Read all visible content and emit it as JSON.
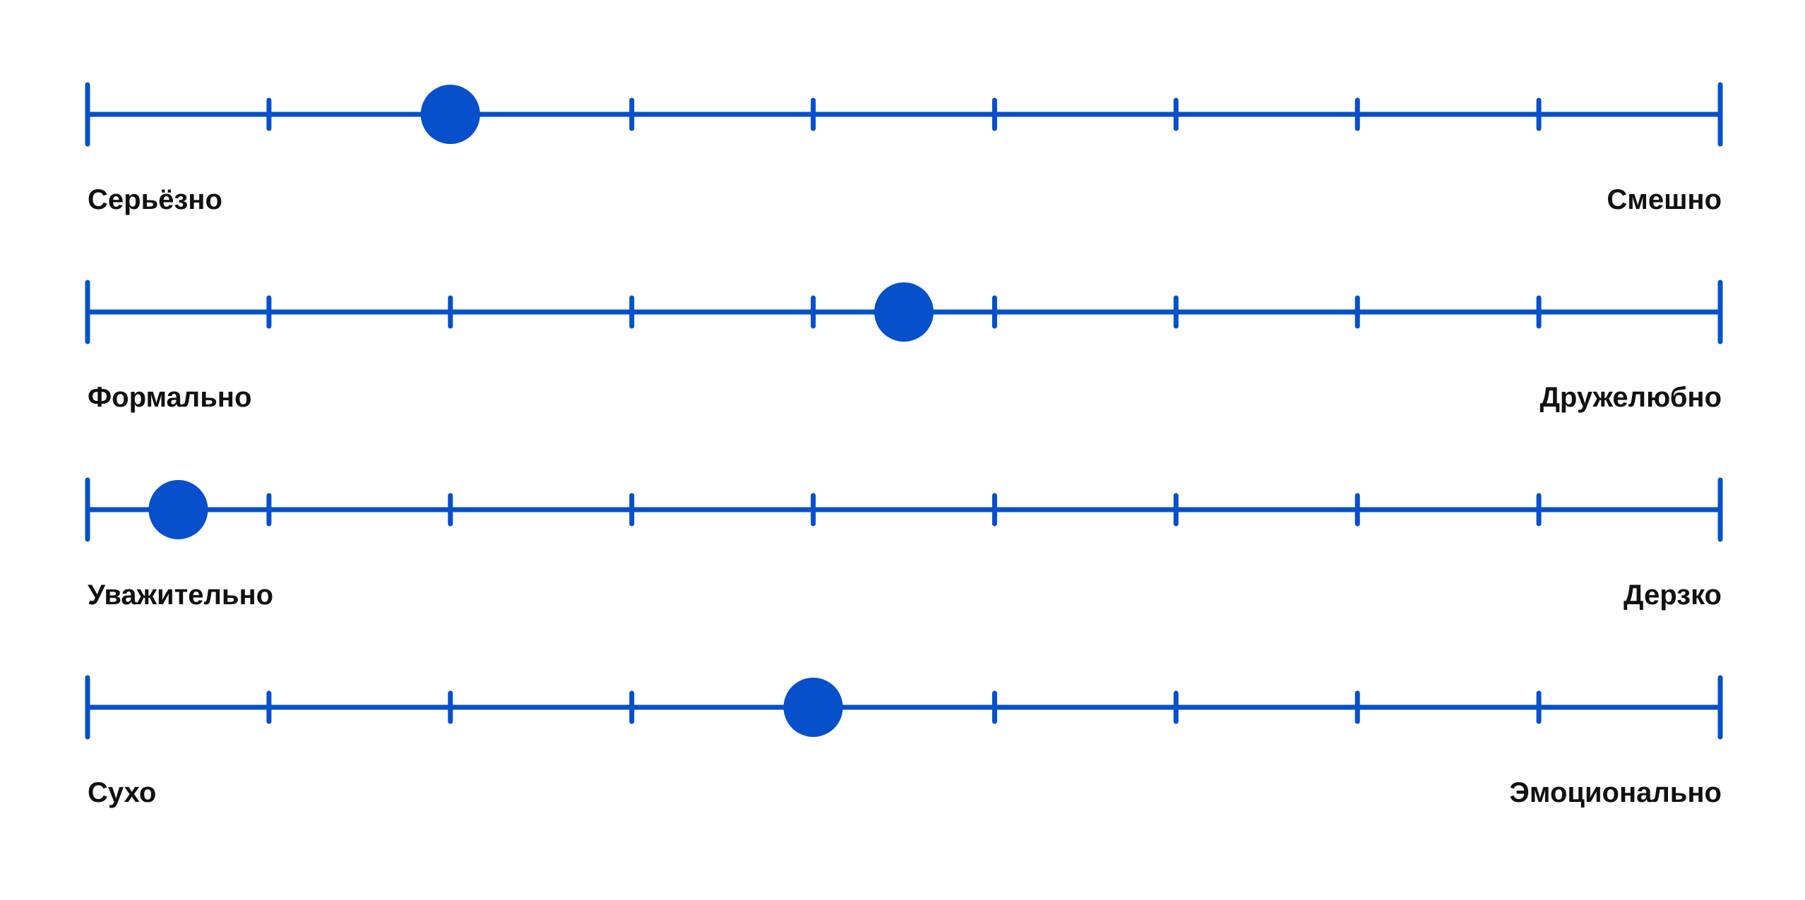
{
  "colors": {
    "accent": "#0650CB",
    "text": "#111111",
    "background": "#FFFFFF"
  },
  "tick_count": 10,
  "scales": [
    {
      "left_label": "Серьёзно",
      "right_label": "Смешно",
      "position": 2.0
    },
    {
      "left_label": "Формально",
      "right_label": "Дружелюбно",
      "position": 4.5
    },
    {
      "left_label": "Уважительно",
      "right_label": "Дерзко",
      "position": 0.5
    },
    {
      "left_label": "Сухо",
      "right_label": "Эмоционально",
      "position": 4.0
    }
  ]
}
